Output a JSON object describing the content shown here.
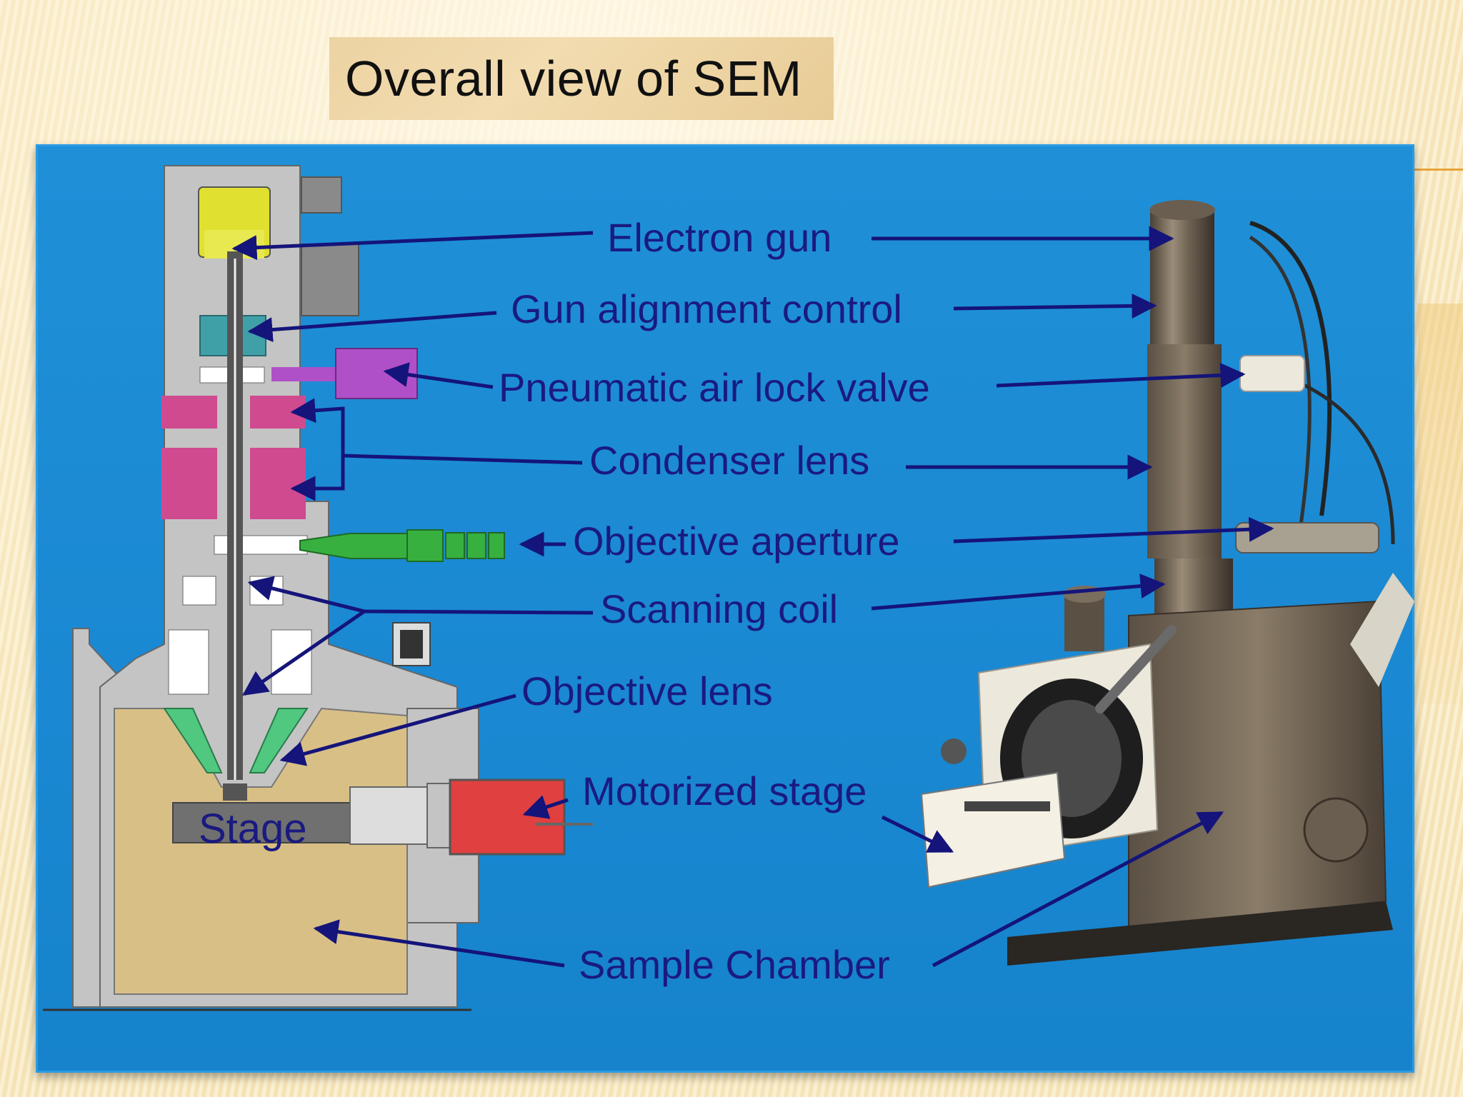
{
  "title": "Overall view of SEM",
  "labels": {
    "electron_gun": "Electron gun",
    "gun_alignment": "Gun alignment control",
    "air_lock": "Pneumatic air lock valve",
    "condenser": "Condenser lens",
    "obj_aperture": "Objective aperture",
    "scanning_coil": "Scanning coil",
    "obj_lens": "Objective lens",
    "motorized_stage": "Motorized stage",
    "sample_chamber": "Sample Chamber",
    "stage": "Stage"
  },
  "colors": {
    "background": "#1a88d2",
    "label": "#1a1a80",
    "arrow": "#14147a",
    "diagram_body": "#c4c4c4",
    "chamber": "#d8bf86",
    "gun": "#e0e030",
    "alignment": "#40a0a8",
    "lens": "#d04a90",
    "valve": "#b050c8",
    "aperture": "#38b040",
    "motor": "#e04040"
  }
}
